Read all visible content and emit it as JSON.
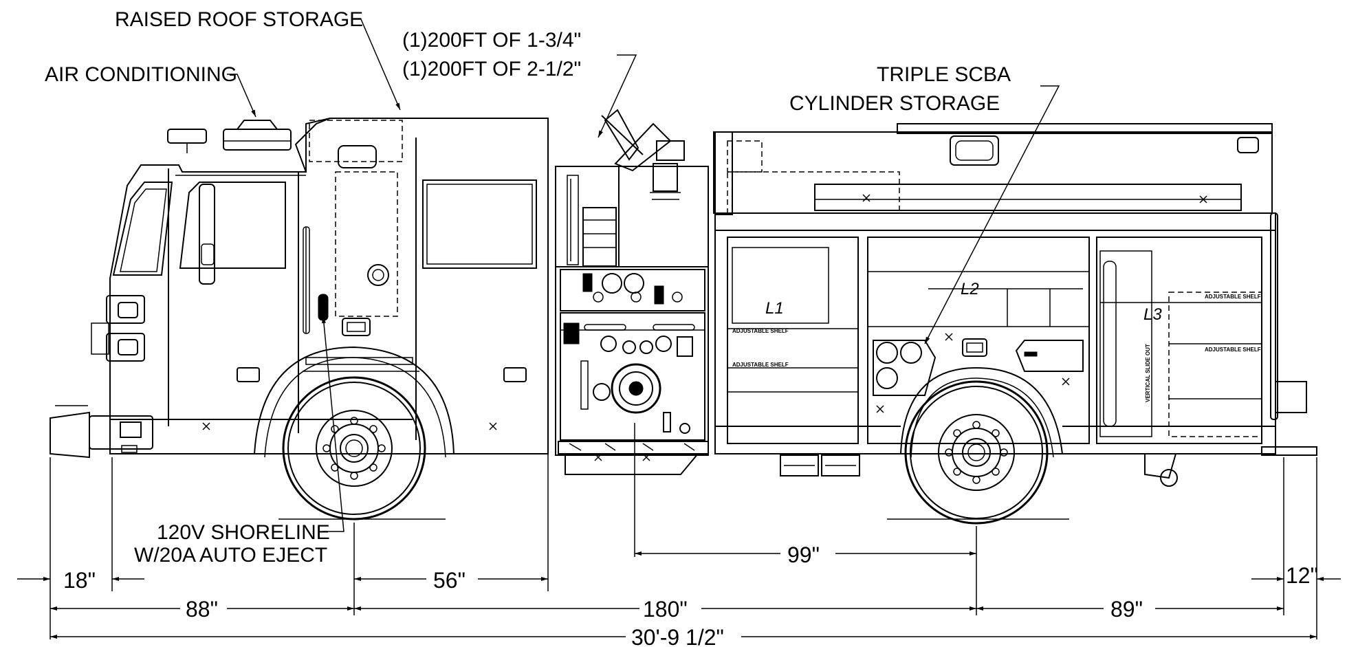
{
  "callouts": {
    "raised_roof": "RAISED ROOF STORAGE",
    "air_conditioning": "AIR CONDITIONING",
    "hose_line_1": "(1)200FT OF 1-3/4\"",
    "hose_line_2": "(1)200FT OF 2-1/2\"",
    "scba_line_1": "TRIPLE SCBA",
    "scba_line_2": "CYLINDER STORAGE",
    "shoreline_line_1": "120V SHORELINE",
    "shoreline_line_2": "W/20A AUTO EJECT"
  },
  "compartments": {
    "l1": "L1",
    "l2": "L2",
    "l3": "L3",
    "shelf_1": "ADJUSTABLE SHELF",
    "shelf_2": "ADJUSTABLE SHELF",
    "shelf_3": "ADJUSTABLE SHELF",
    "shelf_4": "ADJUSTABLE SHELF",
    "slide_out": "VERTICAL SLIDE OUT"
  },
  "dimensions": {
    "front_overhang": "18\"",
    "cab_to_body": "56\"",
    "pump_to_rear_axle": "99\"",
    "rear_step": "12\"",
    "front_to_axle": "88\"",
    "wheelbase": "180\"",
    "rear_overhang": "89\"",
    "overall_length": "30'-9 1/2\""
  }
}
